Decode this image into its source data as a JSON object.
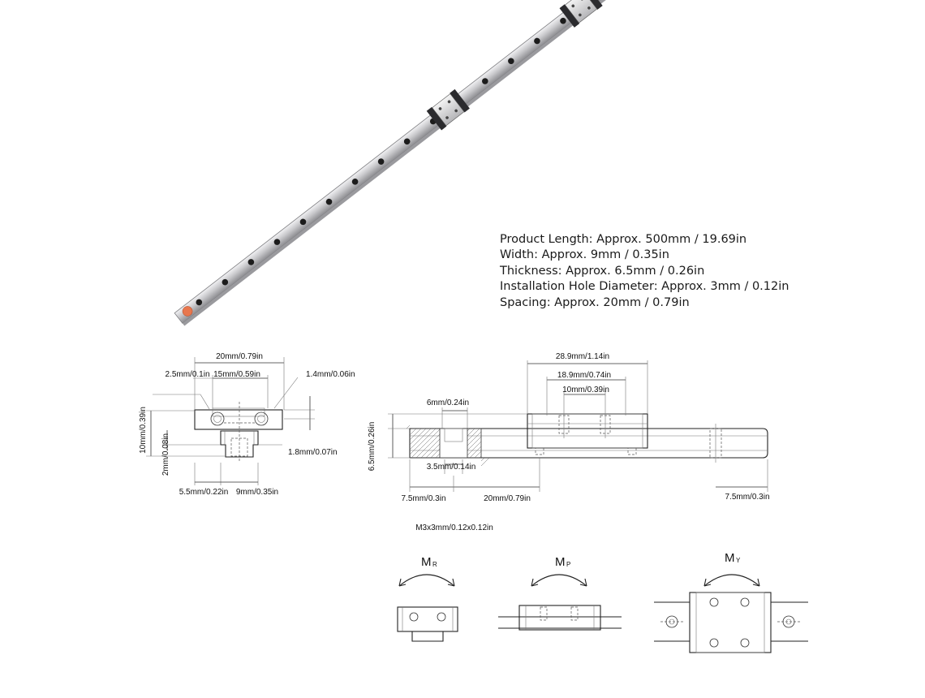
{
  "specs": [
    "Product Length: Approx. 500mm / 19.69in",
    "Width: Approx. 9mm / 0.35in",
    "Thickness: Approx. 6.5mm / 0.26in",
    "Installation Hole Diameter: Approx. 3mm / 0.12in",
    "Spacing: Approx. 20mm / 0.79in"
  ],
  "cross_section": {
    "top_width": "20mm/0.79in",
    "edge": "2.5mm/0.1in",
    "inner_width": "15mm/0.59in",
    "right_offset": "1.4mm/0.06in",
    "height": "10mm/0.39in",
    "small_height": "2mm/0.08in",
    "right_height": "1.8mm/0.07in",
    "bottom_left": "5.5mm/0.22in",
    "rail_width": "9mm/0.35in"
  },
  "side_view": {
    "block_length": "28.9mm/1.14in",
    "inner_length": "18.9mm/0.74in",
    "hole_pitch": "10mm/0.39in",
    "hole_diameter": "6mm/0.24in",
    "rail_height": "6.5mm/0.26in",
    "counterbore": "3.5mm/0.14in",
    "end_left": "7.5mm/0.3in",
    "spacing": "20mm/0.79in",
    "end_right": "7.5mm/0.3in",
    "screw": "M3x3mm/0.12x0.12in"
  },
  "moments": [
    {
      "main": "M",
      "sub": "R"
    },
    {
      "main": "M",
      "sub": "P"
    },
    {
      "main": "M",
      "sub": "Y"
    }
  ],
  "colors": {
    "rail_steel": "#c9c9cc",
    "carriage": "#2b2b2e",
    "end_cap": "#e8774e",
    "mount_hole": "#1c1c1c"
  }
}
